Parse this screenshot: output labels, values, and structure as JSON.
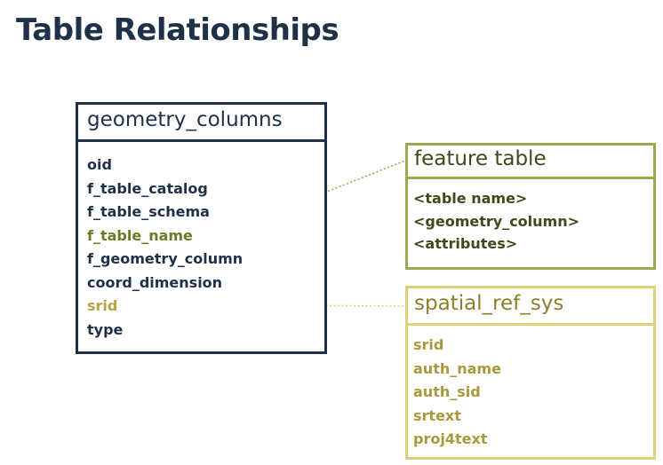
{
  "title": "Table Relationships",
  "tables": {
    "geometry_columns": {
      "name": "geometry_columns",
      "fields": [
        "oid",
        "f_table_catalog",
        "f_table_schema",
        "f_table_name",
        "f_geometry_column",
        "coord_dimension",
        "srid",
        "type"
      ]
    },
    "feature_table": {
      "name": "feature table",
      "fields": [
        "<table name>",
        "<geometry_column>",
        "<attributes>"
      ]
    },
    "spatial_ref_sys": {
      "name": "spatial_ref_sys",
      "fields": [
        "srid",
        "auth_name",
        "auth_sid",
        "srtext",
        "proj4text"
      ]
    }
  },
  "colors": {
    "navy": "#1f3148",
    "olive": "#9aaa4c",
    "olive_text": "#3d4a1a",
    "yellow": "#ddd27a",
    "yellow_text": "#a89a3c"
  }
}
